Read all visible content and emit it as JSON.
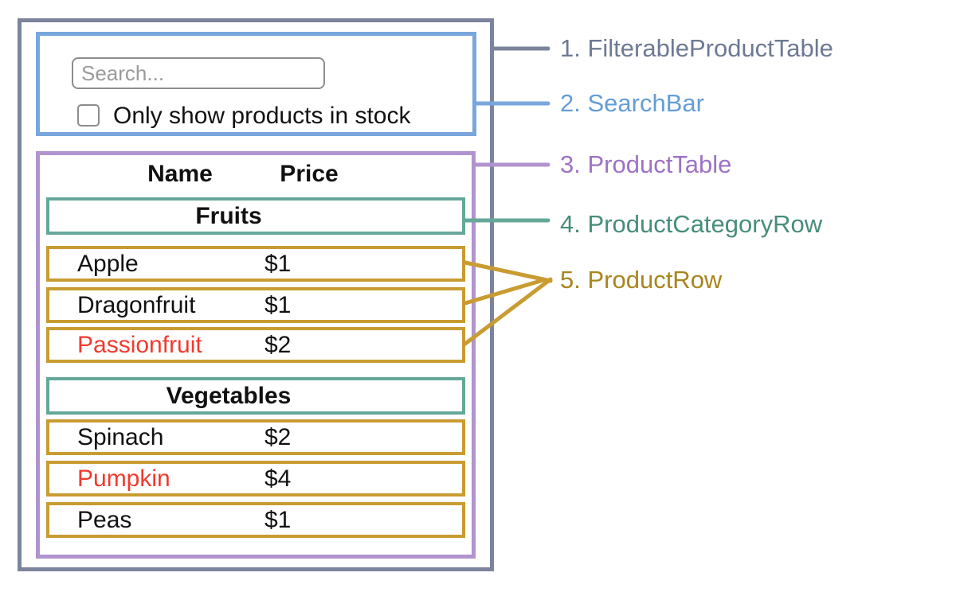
{
  "search_bar": {
    "placeholder": "Search...",
    "checkbox_label": "Only show products in stock"
  },
  "table": {
    "headers": [
      "Name",
      "Price"
    ],
    "sections": [
      {
        "category": "Fruits",
        "rows": [
          {
            "name": "Apple",
            "price": "$1",
            "in_stock": true
          },
          {
            "name": "Dragonfruit",
            "price": "$1",
            "in_stock": true
          },
          {
            "name": "Passionfruit",
            "price": "$2",
            "in_stock": false
          }
        ]
      },
      {
        "category": "Vegetables",
        "rows": [
          {
            "name": "Spinach",
            "price": "$2",
            "in_stock": true
          },
          {
            "name": "Pumpkin",
            "price": "$4",
            "in_stock": false
          },
          {
            "name": "Peas",
            "price": "$1",
            "in_stock": true
          }
        ]
      }
    ]
  },
  "legend": [
    {
      "label": "1. FilterableProductTable"
    },
    {
      "label": "2. SearchBar"
    },
    {
      "label": "3. ProductTable"
    },
    {
      "label": "4. ProductCategoryRow"
    },
    {
      "label": "5. ProductRow"
    }
  ],
  "colors": {
    "slate-border": "#7b849c",
    "slate-text": "#6d7a94",
    "blue-border": "#79a7dc",
    "blue-text": "#649dd6",
    "purple-border": "#b194cf",
    "purple-text": "#9d72c6",
    "teal-border": "#65a899",
    "teal-text": "#478d7a",
    "gold-border": "#c99c32",
    "gold-text": "#a7861e",
    "red-text": "#f13a2e",
    "control-border": "#8d8d8d",
    "placeholder-text": "#9b9b9b",
    "body-text": "#111111"
  }
}
